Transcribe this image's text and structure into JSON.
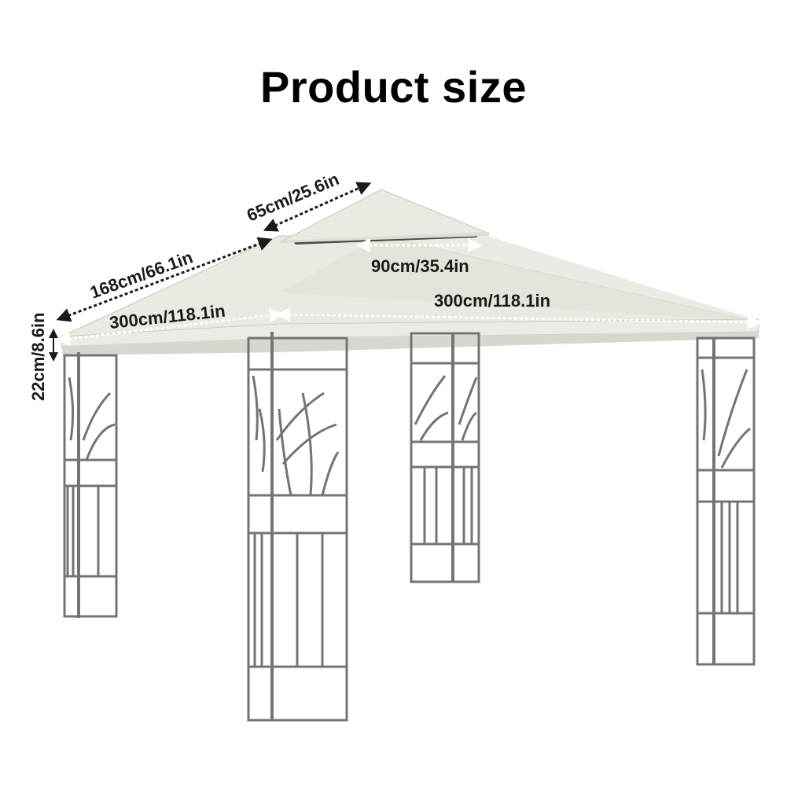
{
  "title": "Product size",
  "colors": {
    "canopy": "#ebe9e2",
    "canopy_shade": "#d9d7cf",
    "frame": "#707070",
    "vent": "#4a4a4a",
    "dimension_line": "#1a1a1a",
    "dimension_line_light": "#ffffff"
  },
  "dimensions": {
    "top_canopy_slope": "65cm/25.6in",
    "roof_slope": "168cm/66.1in",
    "top_canopy_width": "90cm/35.4in",
    "front_width": "300cm/118.1in",
    "side_width": "300cm/118.1in",
    "valance_height": "22cm/8.6in"
  }
}
